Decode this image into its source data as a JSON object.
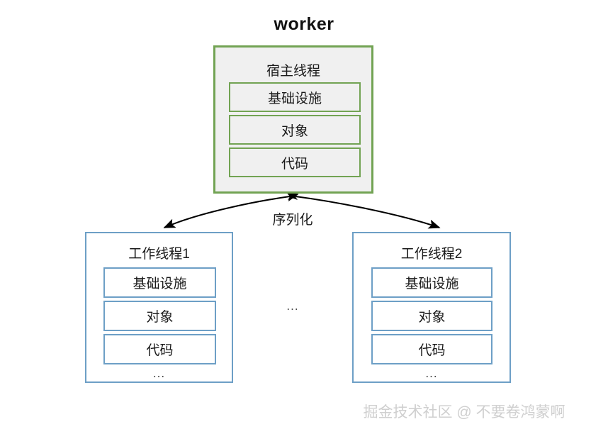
{
  "diagram": {
    "title": "worker",
    "edge_label": "序列化",
    "between_workers_ellipsis": "...",
    "watermark": "掘金技术社区 @ 不要卷鸿蒙啊",
    "colors": {
      "host_border": "#72a353",
      "host_fill": "#f0f0f0",
      "worker_border": "#6d9fc6",
      "worker_fill": "#ffffff",
      "arrow": "#000000",
      "watermark_text": "#cfcfcf",
      "page_background": "#ffffff"
    },
    "host": {
      "title": "宿主线程",
      "items": [
        {
          "label": "基础设施"
        },
        {
          "label": "对象"
        },
        {
          "label": "代码"
        }
      ]
    },
    "workers": [
      {
        "title": "工作线程1",
        "items": [
          {
            "label": "基础设施"
          },
          {
            "label": "对象"
          },
          {
            "label": "代码"
          }
        ],
        "ellipsis": "..."
      },
      {
        "title": "工作线程2",
        "items": [
          {
            "label": "基础设施"
          },
          {
            "label": "对象"
          },
          {
            "label": "代码"
          }
        ],
        "ellipsis": "..."
      }
    ]
  }
}
